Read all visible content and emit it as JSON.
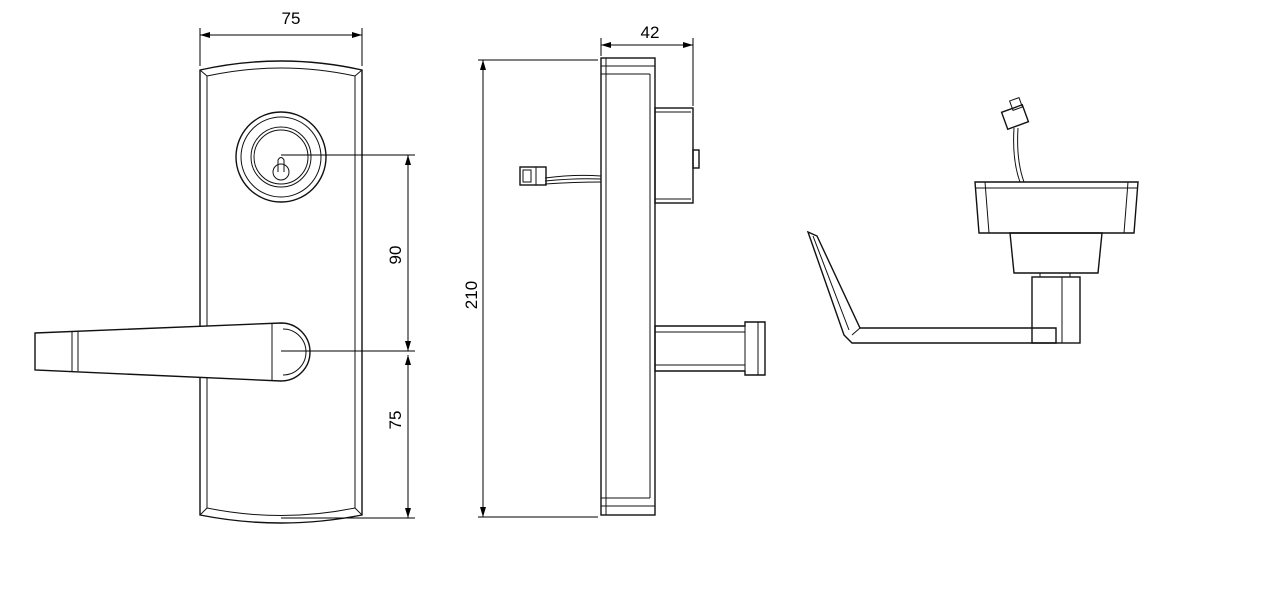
{
  "dimensions": {
    "front_width": "75",
    "side_depth": "42",
    "key_to_lever": "90",
    "overall_height": "210",
    "lever_to_bottom": "75"
  }
}
